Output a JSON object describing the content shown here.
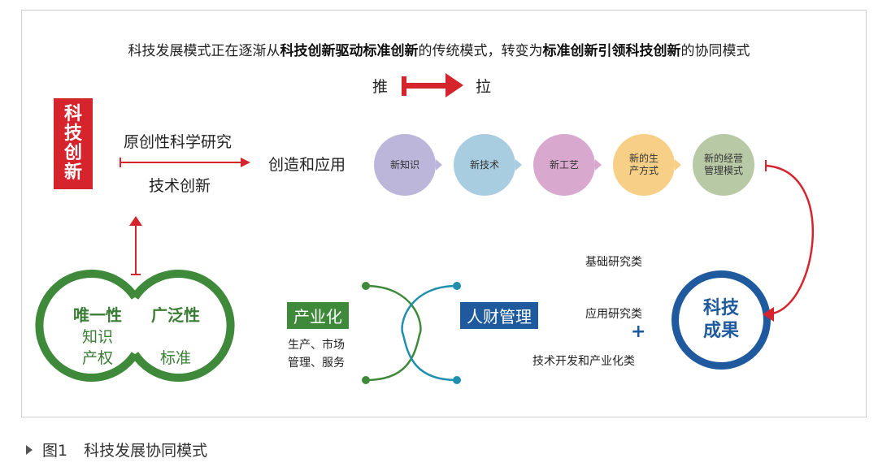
{
  "headline": {
    "p1": "科技发展模式正在逐渐从",
    "b1": "科技创新驱动标准创新",
    "p2": "的传统模式，转变为",
    "b2": "标准创新引领科技创新",
    "p3": "的协同模式"
  },
  "push_pull": {
    "push": "推",
    "pull": "拉"
  },
  "tech_innovation_box": [
    "科",
    "技",
    "创",
    "新"
  ],
  "research": {
    "original": "原创性科学研究",
    "tech": "技术创新"
  },
  "create_apply": "创造和应用",
  "stages": [
    {
      "label": "新知识",
      "color": "#bdb6db"
    },
    {
      "label": "新技术",
      "color": "#a9cde0"
    },
    {
      "label": "新工艺",
      "color": "#d9a8cf"
    },
    {
      "label": "新的生产方式",
      "color": "#f8cf86"
    },
    {
      "label": "新的经营管理模式",
      "color": "#b8c9a6"
    }
  ],
  "standards_ring": {
    "left_title": "唯一性",
    "left_items": [
      "知识",
      "产权"
    ],
    "right_title": "广泛性",
    "right_item": "标准"
  },
  "industrialization": {
    "title": "产业化",
    "items": [
      "生产、市场",
      "管理、服务"
    ]
  },
  "talent": {
    "title": "人财管理"
  },
  "research_types": {
    "basic": "基础研究类",
    "applied": "应用研究类",
    "plus": "+",
    "dev": "技术开发和产业化类"
  },
  "achievements": [
    "科技",
    "成果"
  ],
  "caption": {
    "fig": "图1",
    "title": "科技发展协同模式"
  },
  "colors": {
    "red": "#d6242d",
    "green": "#3f8a3a",
    "blue": "#1f5a9e",
    "teal": "#1f8fb0"
  }
}
